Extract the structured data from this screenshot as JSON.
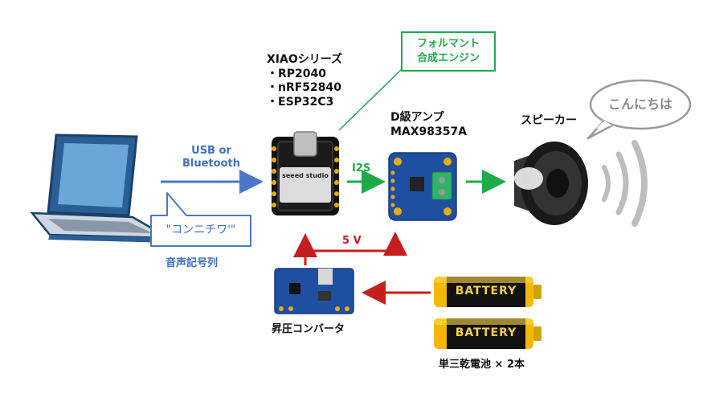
{
  "xiao": {
    "title": "XIAOシリーズ",
    "variants": [
      "・RP2040",
      "・nRF52840",
      "・ESP32C3"
    ],
    "board_brand": "seeed studio"
  },
  "synth_box": {
    "line1": "フォルマント",
    "line2": "合成エンジン"
  },
  "amp": {
    "line1": "D級アンプ",
    "line2": "MAX98357A"
  },
  "speaker": {
    "label": "スピーカー"
  },
  "speech_bubble": {
    "text": "こんにちは"
  },
  "laptop": {
    "link_line1": "USB or",
    "link_line2": "Bluetooth",
    "callout_text": "\"コンニチワ'\"",
    "caption": "音声記号列"
  },
  "signal": {
    "i2s": "I2S",
    "power": "5 V"
  },
  "converter": {
    "label": "昇圧コンバータ"
  },
  "batteries": {
    "battery_text": "BATTERY",
    "caption": "単三乾電池 × 2本"
  },
  "colors": {
    "blue": "#4a77c9",
    "green": "#1faa4a",
    "red": "#c41e1e",
    "battery": "#f5b800",
    "pcb_blue": "#1f4fa0"
  }
}
